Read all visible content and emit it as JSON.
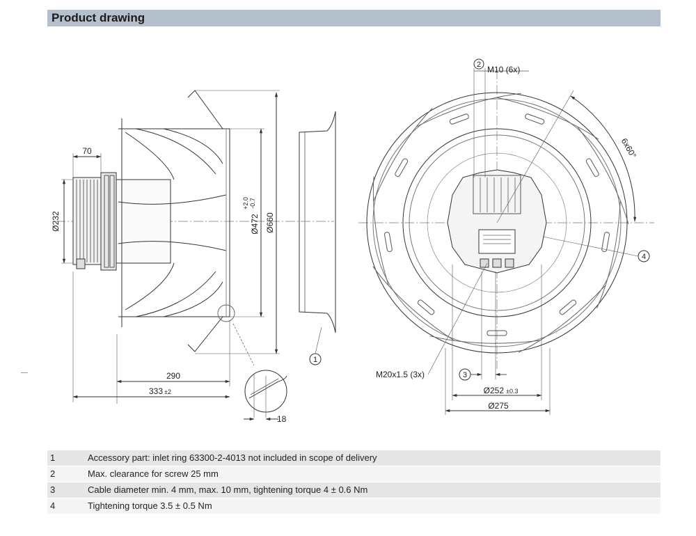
{
  "header": {
    "title": "Product drawing"
  },
  "side_view": {
    "dim_hub_width": "70",
    "dim_hub_diameter": "Ø232",
    "dim_inlet_diameter": "Ø472",
    "dim_inlet_tol_upper": "+2.0",
    "dim_inlet_tol_lower": "-0.7",
    "dim_outer_diameter": "Ø660",
    "dim_length": "290",
    "dim_total_length": "333",
    "dim_total_length_tol": "±2",
    "dim_detail": "18",
    "callout_1": "1"
  },
  "front_view": {
    "callout_2": "2",
    "label_screw": "M10 (6x)",
    "label_angle": "6x60°",
    "callout_4": "4",
    "label_gland": "M20x1.5 (3x)",
    "callout_3": "3",
    "dim_bolt_circle": "Ø252",
    "dim_bolt_circle_tol": "±0.3",
    "dim_flange": "Ø275"
  },
  "notes": [
    {
      "num": "1",
      "text": "Accessory part: inlet ring 63300-2-4013 not included in scope of delivery"
    },
    {
      "num": "2",
      "text": "Max. clearance for screw 25 mm"
    },
    {
      "num": "3",
      "text": "Cable diameter min. 4 mm, max. 10 mm, tightening torque 4 ± 0.6 Nm"
    },
    {
      "num": "4",
      "text": "Tightening torque 3.5 ± 0.5 Nm"
    }
  ]
}
